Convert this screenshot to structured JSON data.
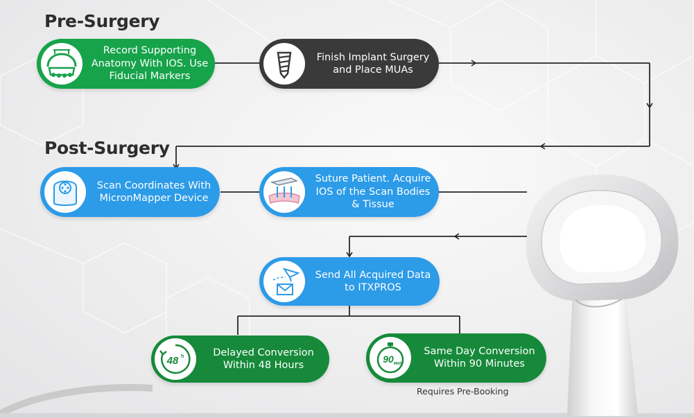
{
  "headings": {
    "pre": "Pre-Surgery",
    "post": "Post-Surgery"
  },
  "steps": {
    "record": "Record  Supporting Anatomy With IOS. Use Fiducial Markers",
    "implant": "Finish Implant Surgery and Place MUAs",
    "scan": "Scan Coordinates With MicronMapper Device",
    "suture": "Suture Patient. Acquire IOS of the Scan Bodies & Tissue",
    "send": "Send All Acquired Data to ITXPROS",
    "delayed": "Delayed Conversion Within 48 Hours",
    "sameday": "Same Day Conversion Within 90 Minutes"
  },
  "badges": {
    "hours": "48",
    "hours_suffix": "h",
    "minutes": "90",
    "minutes_suffix": "MINS"
  },
  "note": "Requires Pre-Booking",
  "icons": {
    "record": "dental-arch-icon",
    "implant": "implant-screw-icon",
    "scan": "micronmapper-device-icon",
    "suture": "intraoral-scan-icon",
    "send": "paper-plane-envelope-icon",
    "delayed": "48-hour-clock-icon",
    "sameday": "90-minute-timer-icon"
  },
  "colors": {
    "green": "#16a34a",
    "dark": "#3a3a3a",
    "blue": "#2c9be8",
    "deep_green": "#168a3a"
  }
}
